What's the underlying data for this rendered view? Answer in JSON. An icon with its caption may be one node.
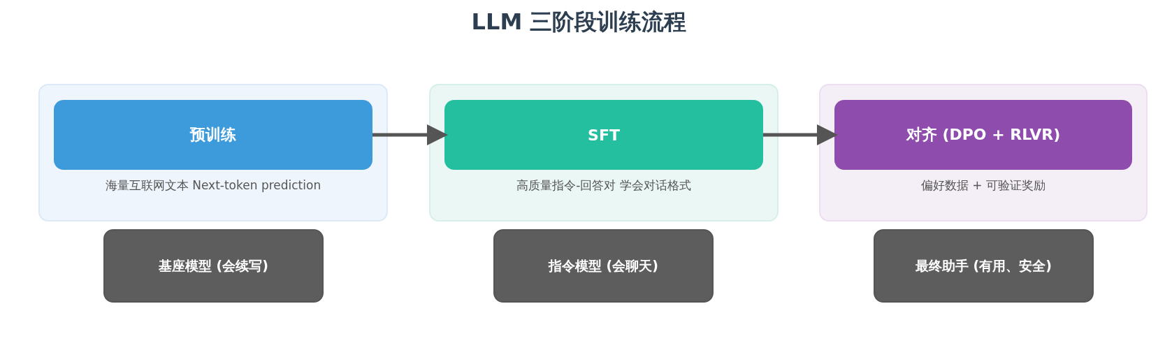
{
  "diagram": {
    "title": "LLM 三阶段训练流程",
    "nodes": [
      {
        "text": [
          "海量互联网文本 Next-token prediction"
        ]
      },
      {
        "text": [
          "预训练"
        ],
        "in": 0
      },
      {
        "text": [
          "高质量指令-回答对 学会对话格式"
        ]
      },
      {
        "text": [
          "SFT"
        ],
        "in": 2
      },
      {
        "text": [
          "偏好数据 + 可验证奖励"
        ]
      },
      {
        "text": [
          "对齐 (DPO + RLVR)"
        ],
        "in": 4
      },
      {
        "text": [
          "基座模型 (会续写)"
        ]
      },
      {
        "text": [
          "指令模型 (会聊天)"
        ]
      },
      {
        "text": [
          "最终助手 (有用、安全)"
        ]
      }
    ],
    "edges": [
      {
        "from": 1,
        "to": 3,
        "arrow": "to"
      },
      {
        "from": 3,
        "to": 5,
        "arrow": "to"
      }
    ]
  }
}
